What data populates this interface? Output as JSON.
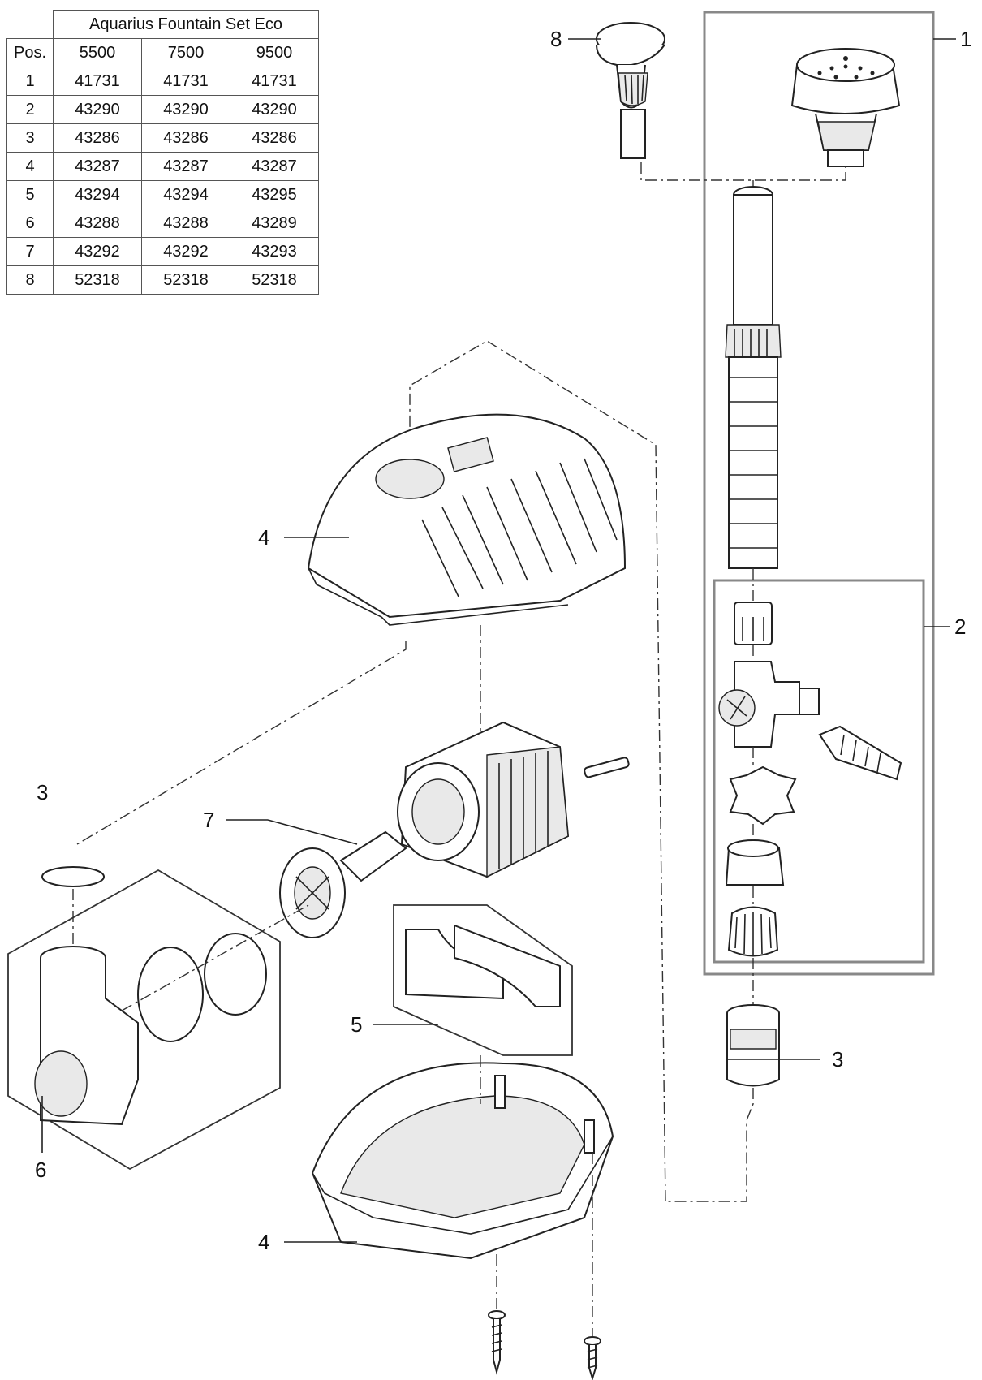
{
  "table": {
    "title": "Aquarius Fountain Set Eco",
    "pos_header": "Pos.",
    "models": [
      "5500",
      "7500",
      "9500"
    ],
    "rows": [
      {
        "pos": "1",
        "values": [
          "41731",
          "41731",
          "41731"
        ]
      },
      {
        "pos": "2",
        "values": [
          "43290",
          "43290",
          "43290"
        ]
      },
      {
        "pos": "3",
        "values": [
          "43286",
          "43286",
          "43286"
        ]
      },
      {
        "pos": "4",
        "values": [
          "43287",
          "43287",
          "43287"
        ]
      },
      {
        "pos": "5",
        "values": [
          "43294",
          "43294",
          "43295"
        ]
      },
      {
        "pos": "6",
        "values": [
          "43288",
          "43288",
          "43289"
        ]
      },
      {
        "pos": "7",
        "values": [
          "43292",
          "43292",
          "43293"
        ]
      },
      {
        "pos": "8",
        "values": [
          "52318",
          "52318",
          "52318"
        ]
      }
    ]
  },
  "callouts": {
    "c8": "8",
    "c1": "1",
    "c2": "2",
    "c3_right": "3",
    "c4_top": "4",
    "c3_left": "3",
    "c7": "7",
    "c6": "6",
    "c5": "5",
    "c4_bottom": "4"
  }
}
